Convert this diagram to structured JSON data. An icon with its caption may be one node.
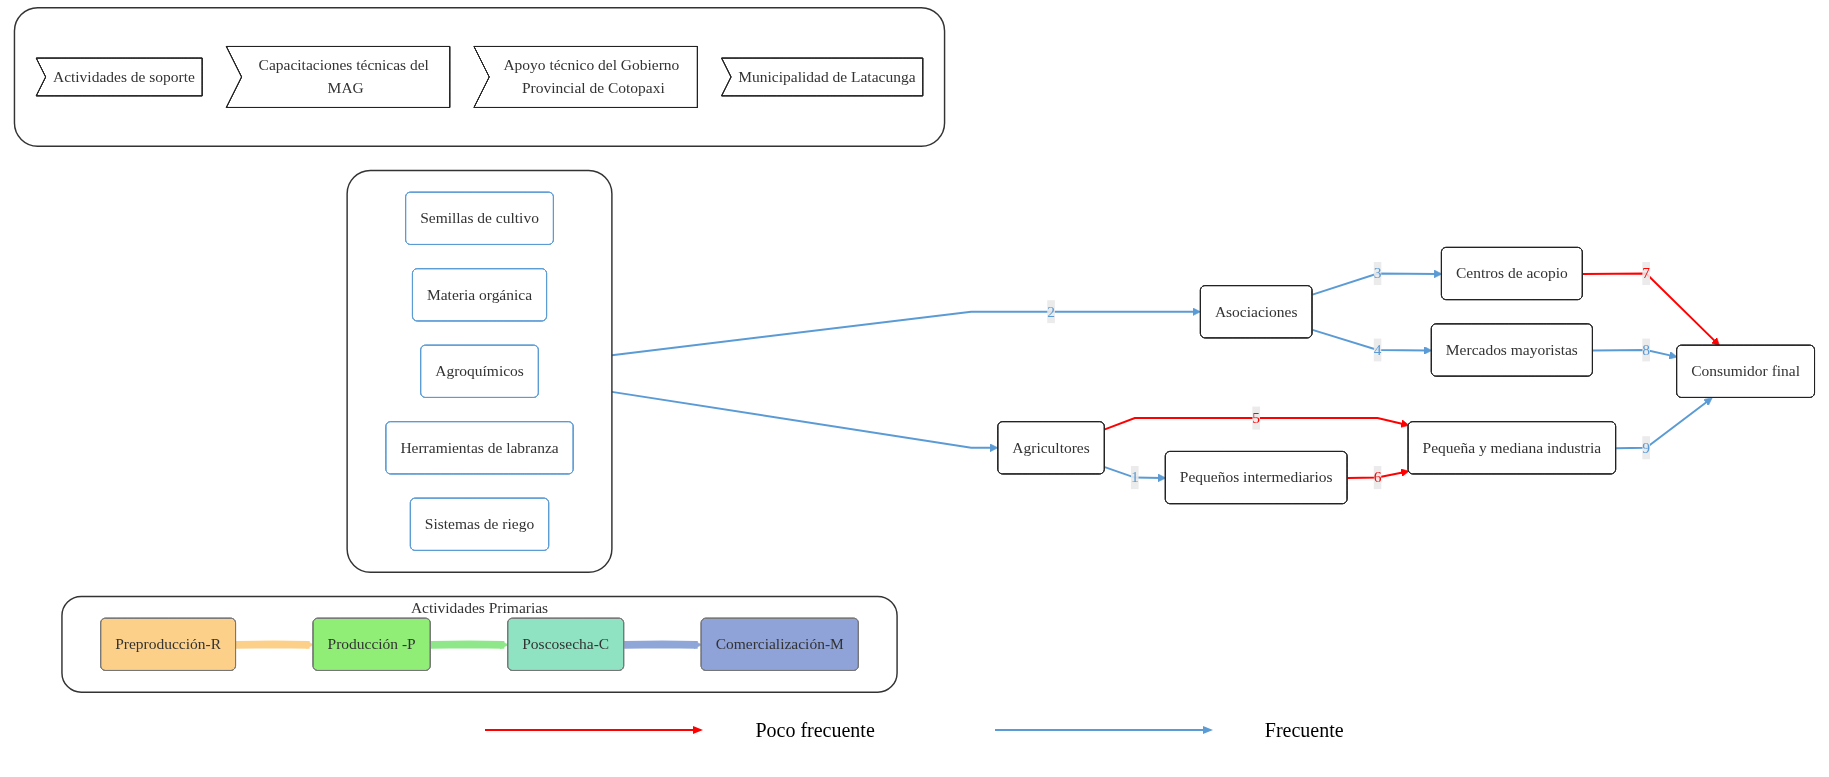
{
  "diagram": {
    "nodes": [
      {
        "text": [
          "Actividades Primarias"
        ]
      },
      {
        "text": [
          "Preproducción-R"
        ],
        "in": 0
      },
      {
        "text": [
          "Producción -P"
        ],
        "in": 0
      },
      {
        "text": [
          "Poscosecha-C"
        ],
        "in": 0
      },
      {
        "text": [
          "Comercialización-M"
        ],
        "in": 0
      },
      {
        "text": [],
        "shape": "box"
      },
      {
        "text": [
          "Semillas de cultivo"
        ],
        "in": 5
      },
      {
        "text": [
          "Materia orgánica"
        ],
        "in": 5
      },
      {
        "text": [
          "Agroquímicos"
        ],
        "in": 5
      },
      {
        "text": [
          "Herramientas de labranza"
        ],
        "in": 5
      },
      {
        "text": [
          "Sistemas de riego"
        ],
        "in": 5
      },
      {
        "text": [
          "Asociaciones"
        ]
      },
      {
        "text": [
          "Agricultores"
        ]
      },
      {
        "text": [
          "Pequeños intermediarios"
        ]
      },
      {
        "text": [
          "Centros de acopio"
        ]
      },
      {
        "text": [
          "Mercados mayoristas"
        ]
      },
      {
        "text": [
          "Pequeña y mediana industria"
        ]
      },
      {
        "text": [
          "Consumidor final"
        ]
      },
      {
        "text": [],
        "shape": "box"
      },
      {
        "text": [
          "Actividades de soporte"
        ],
        "in": 18
      },
      {
        "text": [
          "Capacitaciones técnicas del MAG"
        ],
        "in": 18
      },
      {
        "text": [
          "Apoyo técnico del Gobierno Provincial de Cotopaxi"
        ],
        "in": 18
      },
      {
        "text": [
          "Municipalidad de Latacunga"
        ],
        "in": 18
      }
    ],
    "edges": [
      {
        "from": 1,
        "to": 2,
        "arrow": "to",
        "style": "thick",
        "color": "#fdd08a"
      },
      {
        "from": 2,
        "to": 3,
        "arrow": "to",
        "style": "thick",
        "color": "#8ee88a"
      },
      {
        "from": 3,
        "to": 4,
        "arrow": "to",
        "style": "thick",
        "color": "#8fa6d8"
      },
      {
        "from": 5,
        "to": 11,
        "arrow": "to",
        "label": "2"
      },
      {
        "from": 5,
        "to": 12,
        "arrow": "to"
      },
      {
        "from": 12,
        "to": 13,
        "arrow": "to",
        "label": "1"
      },
      {
        "from": 11,
        "to": 14,
        "arrow": "to",
        "label": "3"
      },
      {
        "from": 11,
        "to": 15,
        "arrow": "to",
        "label": "4"
      },
      {
        "from": 12,
        "to": 16,
        "arrow": "to",
        "label": "5",
        "color": "#ff0000"
      },
      {
        "from": 13,
        "to": 16,
        "arrow": "to",
        "label": "6",
        "color": "#ff0000"
      },
      {
        "from": 14,
        "to": 17,
        "arrow": "to",
        "label": "7",
        "color": "#ff0000"
      },
      {
        "from": 15,
        "to": 17,
        "arrow": "to",
        "label": "8"
      },
      {
        "from": 16,
        "to": 17,
        "arrow": "to",
        "label": "9"
      }
    ],
    "legend": [
      {
        "text": "Poco frecuente"
      },
      {
        "text": "Frecuente"
      }
    ]
  }
}
